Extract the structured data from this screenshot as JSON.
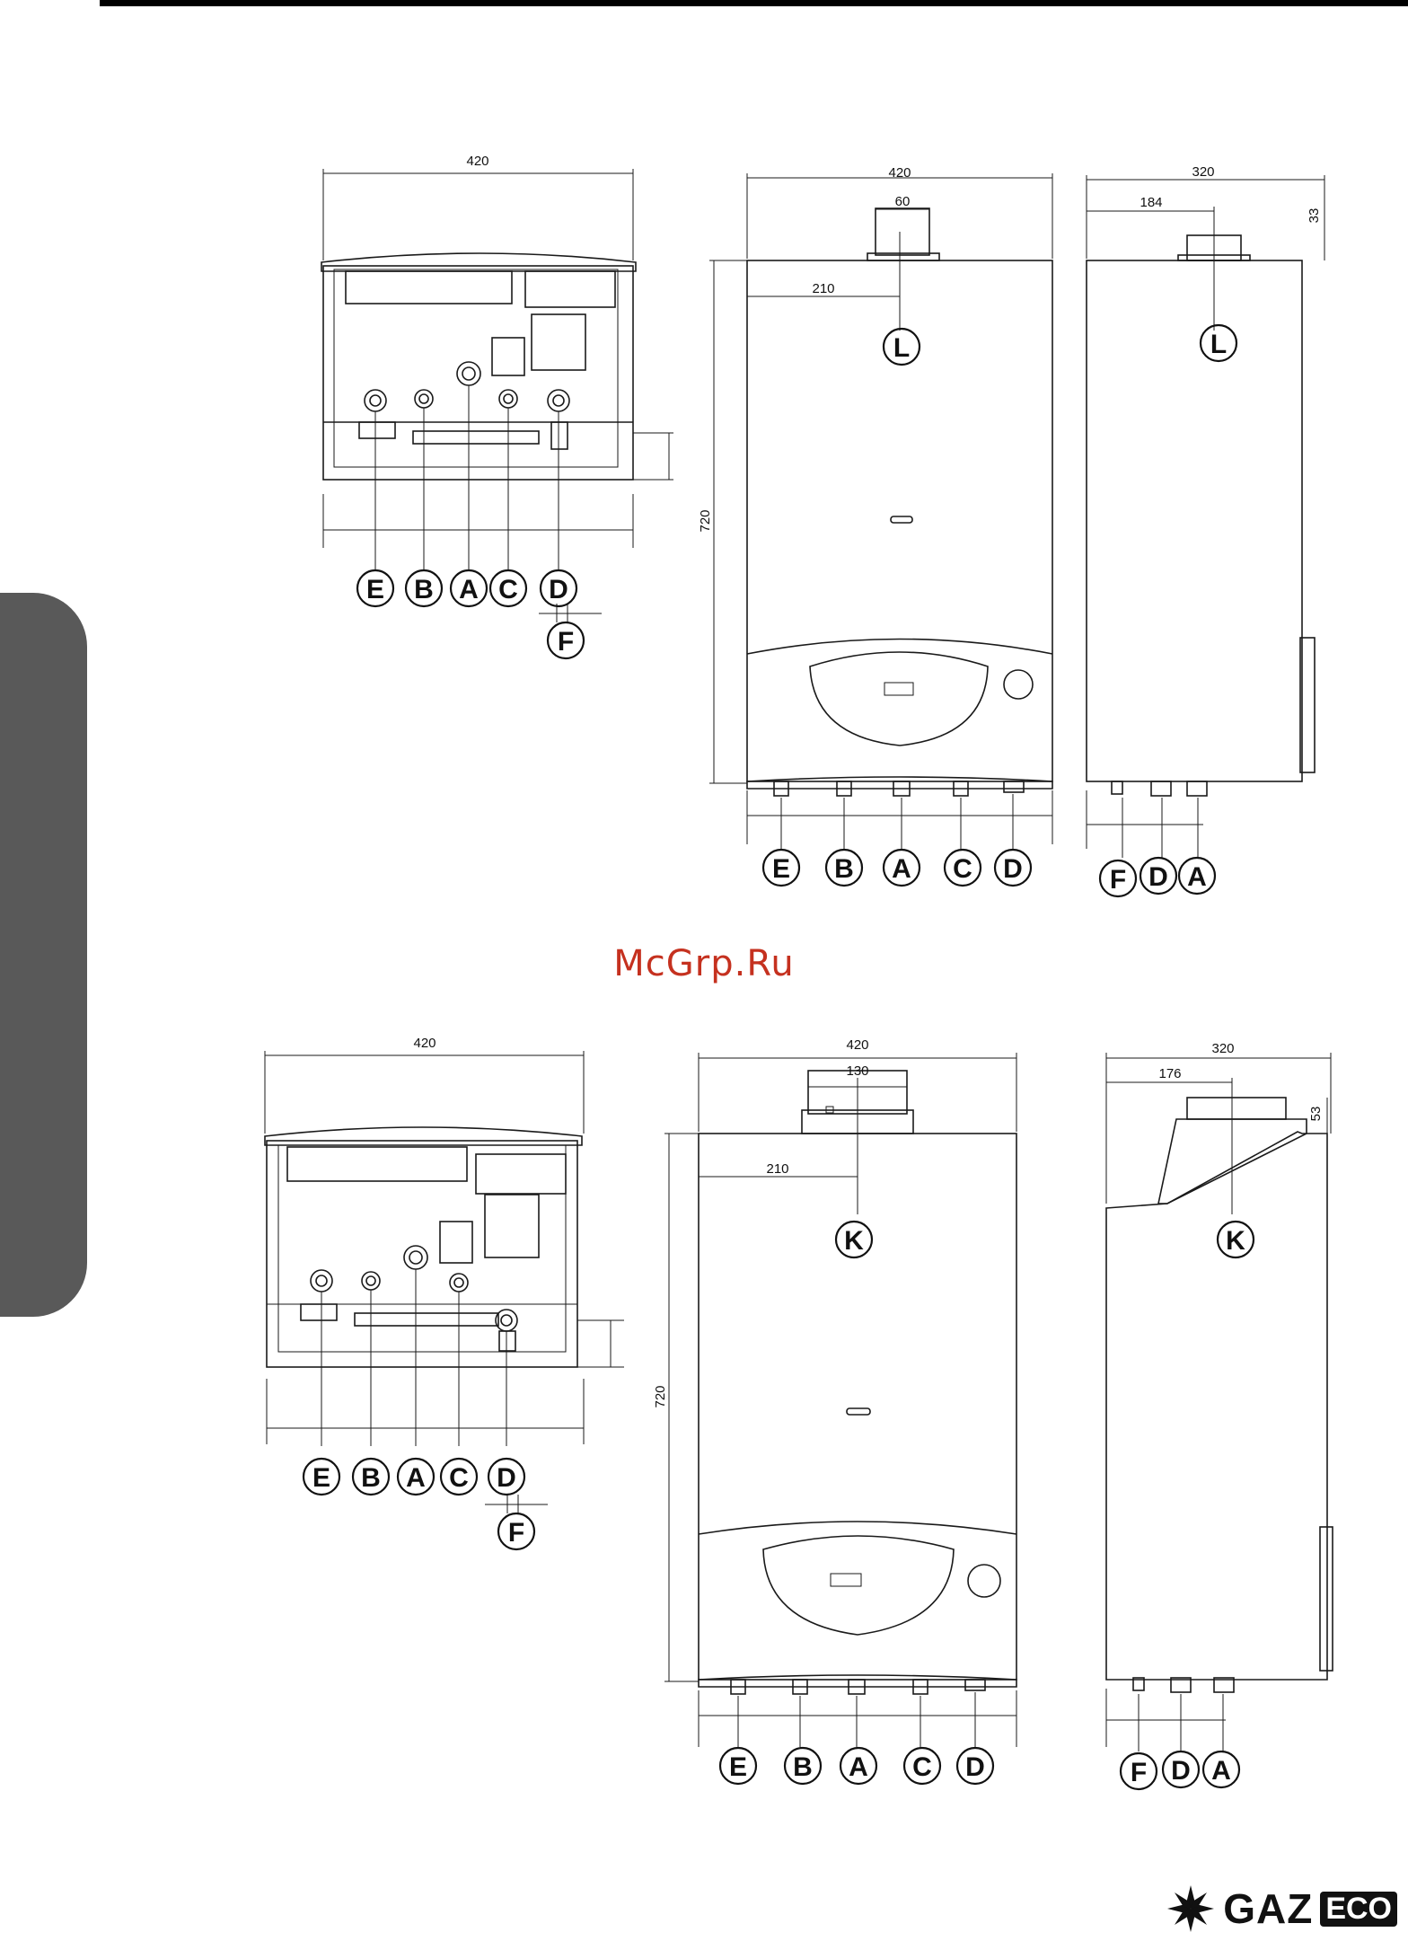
{
  "watermark": "McGrp.Ru",
  "brand": {
    "name": "GAZ",
    "suffix": "ECO"
  },
  "top_diagram": {
    "bottom_view": {
      "width": "420",
      "labels": [
        "E",
        "B",
        "A",
        "C",
        "D"
      ],
      "f_label": "F"
    },
    "front_view": {
      "width": "420",
      "flue": "60",
      "offset": "210",
      "height": "720",
      "labels": [
        "E",
        "B",
        "A",
        "C",
        "D"
      ],
      "flue_label": "L"
    },
    "side_view": {
      "depth": "320",
      "offset": "184",
      "top": "33",
      "labels": [
        "F",
        "D",
        "A"
      ],
      "flue_label": "L"
    }
  },
  "bottom_diagram": {
    "bottom_view": {
      "width": "420",
      "labels": [
        "E",
        "B",
        "A",
        "C",
        "D"
      ],
      "f_label": "F"
    },
    "front_view": {
      "width": "420",
      "flue": "130",
      "offset": "210",
      "height": "720",
      "labels": [
        "E",
        "B",
        "A",
        "C",
        "D"
      ],
      "flue_label": "K"
    },
    "side_view": {
      "depth": "320",
      "offset": "176",
      "top": "53",
      "labels": [
        "F",
        "D",
        "A"
      ],
      "flue_label": "K"
    }
  }
}
